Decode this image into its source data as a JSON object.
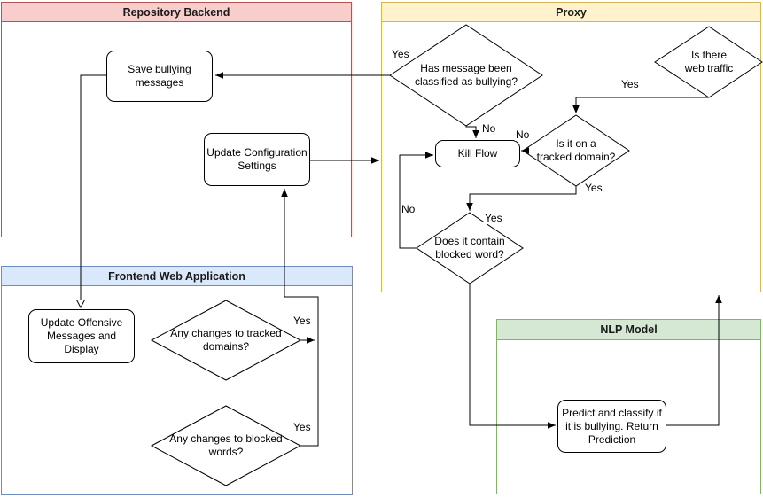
{
  "colors": {
    "canvas_bg": "#ffffff",
    "shape_border": "#000000",
    "repo_header_bg": "#f8cecc",
    "repo_border": "#b85450",
    "proxy_header_bg": "#fff2cc",
    "proxy_border": "#d6b656",
    "frontend_header_bg": "#dae8fc",
    "frontend_border": "#6c8ebf",
    "nlp_header_bg": "#d5e8d4",
    "nlp_border": "#82b366"
  },
  "containers": {
    "repository": {
      "title": "Repository Backend"
    },
    "proxy": {
      "title": "Proxy"
    },
    "frontend": {
      "title": "Frontend Web Application"
    },
    "nlp": {
      "title": "NLP Model"
    }
  },
  "nodes": {
    "save_bullying": {
      "label": "Save bullying\nmessages"
    },
    "update_config": {
      "label": "Update Configuration\nSettings"
    },
    "kill_flow": {
      "label": "Kill Flow"
    },
    "update_offensive": {
      "label": "Update Offensive\nMessages and\nDisplay"
    },
    "predict": {
      "label": "Predict and classify if\nit is bullying. Return\nPrediction"
    },
    "has_message_bullying": {
      "label": "Has message been\nclassified as bullying?"
    },
    "web_traffic": {
      "label": "Is there\nweb traffic"
    },
    "tracked_domain": {
      "label": "Is it on a\ntracked domain?"
    },
    "blocked_word": {
      "label": "Does it contain\nblocked word?"
    },
    "changes_tracked": {
      "label": "Any changes to tracked\ndomains?"
    },
    "changes_blocked": {
      "label": "Any changes to blocked\nwords?"
    }
  },
  "edge_labels": {
    "bullying_yes": "Yes",
    "bullying_no": "No",
    "web_traffic_yes": "Yes",
    "tracked_no": "No",
    "tracked_yes": "Yes",
    "blocked_entry_yes": "Yes",
    "blocked_no": "No",
    "frontend_tracked_yes": "Yes",
    "frontend_blocked_yes": "Yes"
  }
}
